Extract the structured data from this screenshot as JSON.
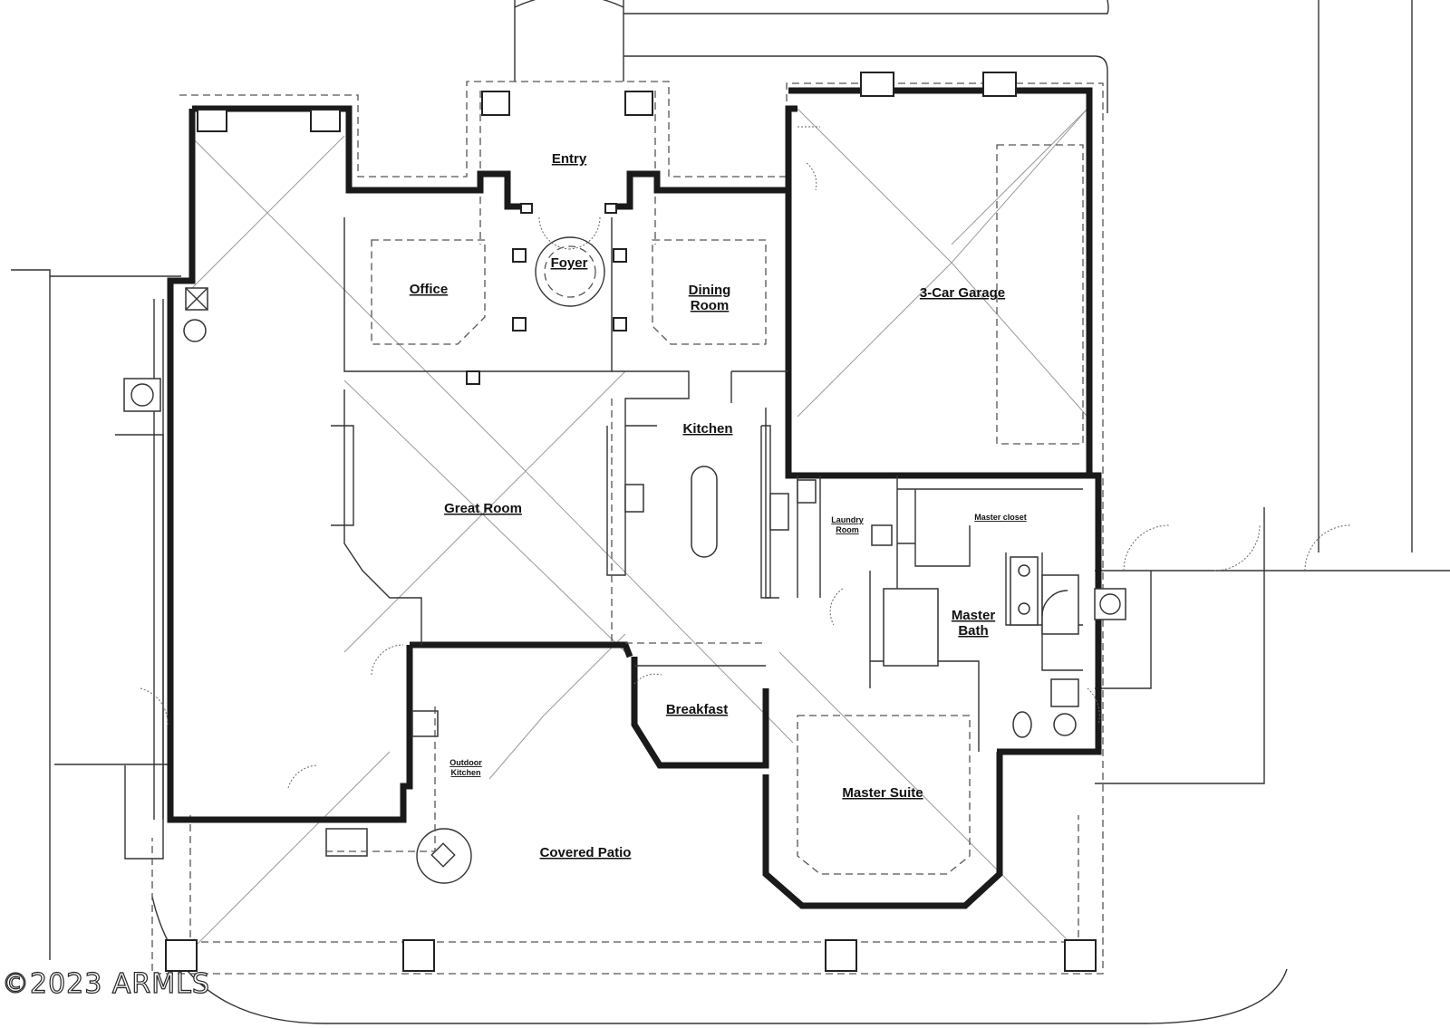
{
  "rooms": {
    "entry": "Entry",
    "office": "Office",
    "foyer": "Foyer",
    "dining": [
      "Dining",
      "Room"
    ],
    "garage": "3-Car Garage",
    "kitchen": "Kitchen",
    "great_room": "Great Room",
    "laundry": [
      "Laundry",
      "Room"
    ],
    "master_closet": "Master closet",
    "master_bath": [
      "Master",
      "Bath"
    ],
    "breakfast": "Breakfast",
    "outdoor_kitchen": [
      "Outdoor",
      "Kitchen"
    ],
    "master_suite": "Master Suite",
    "covered_patio": "Covered Patio"
  },
  "watermark": "©2023 ARMLS"
}
